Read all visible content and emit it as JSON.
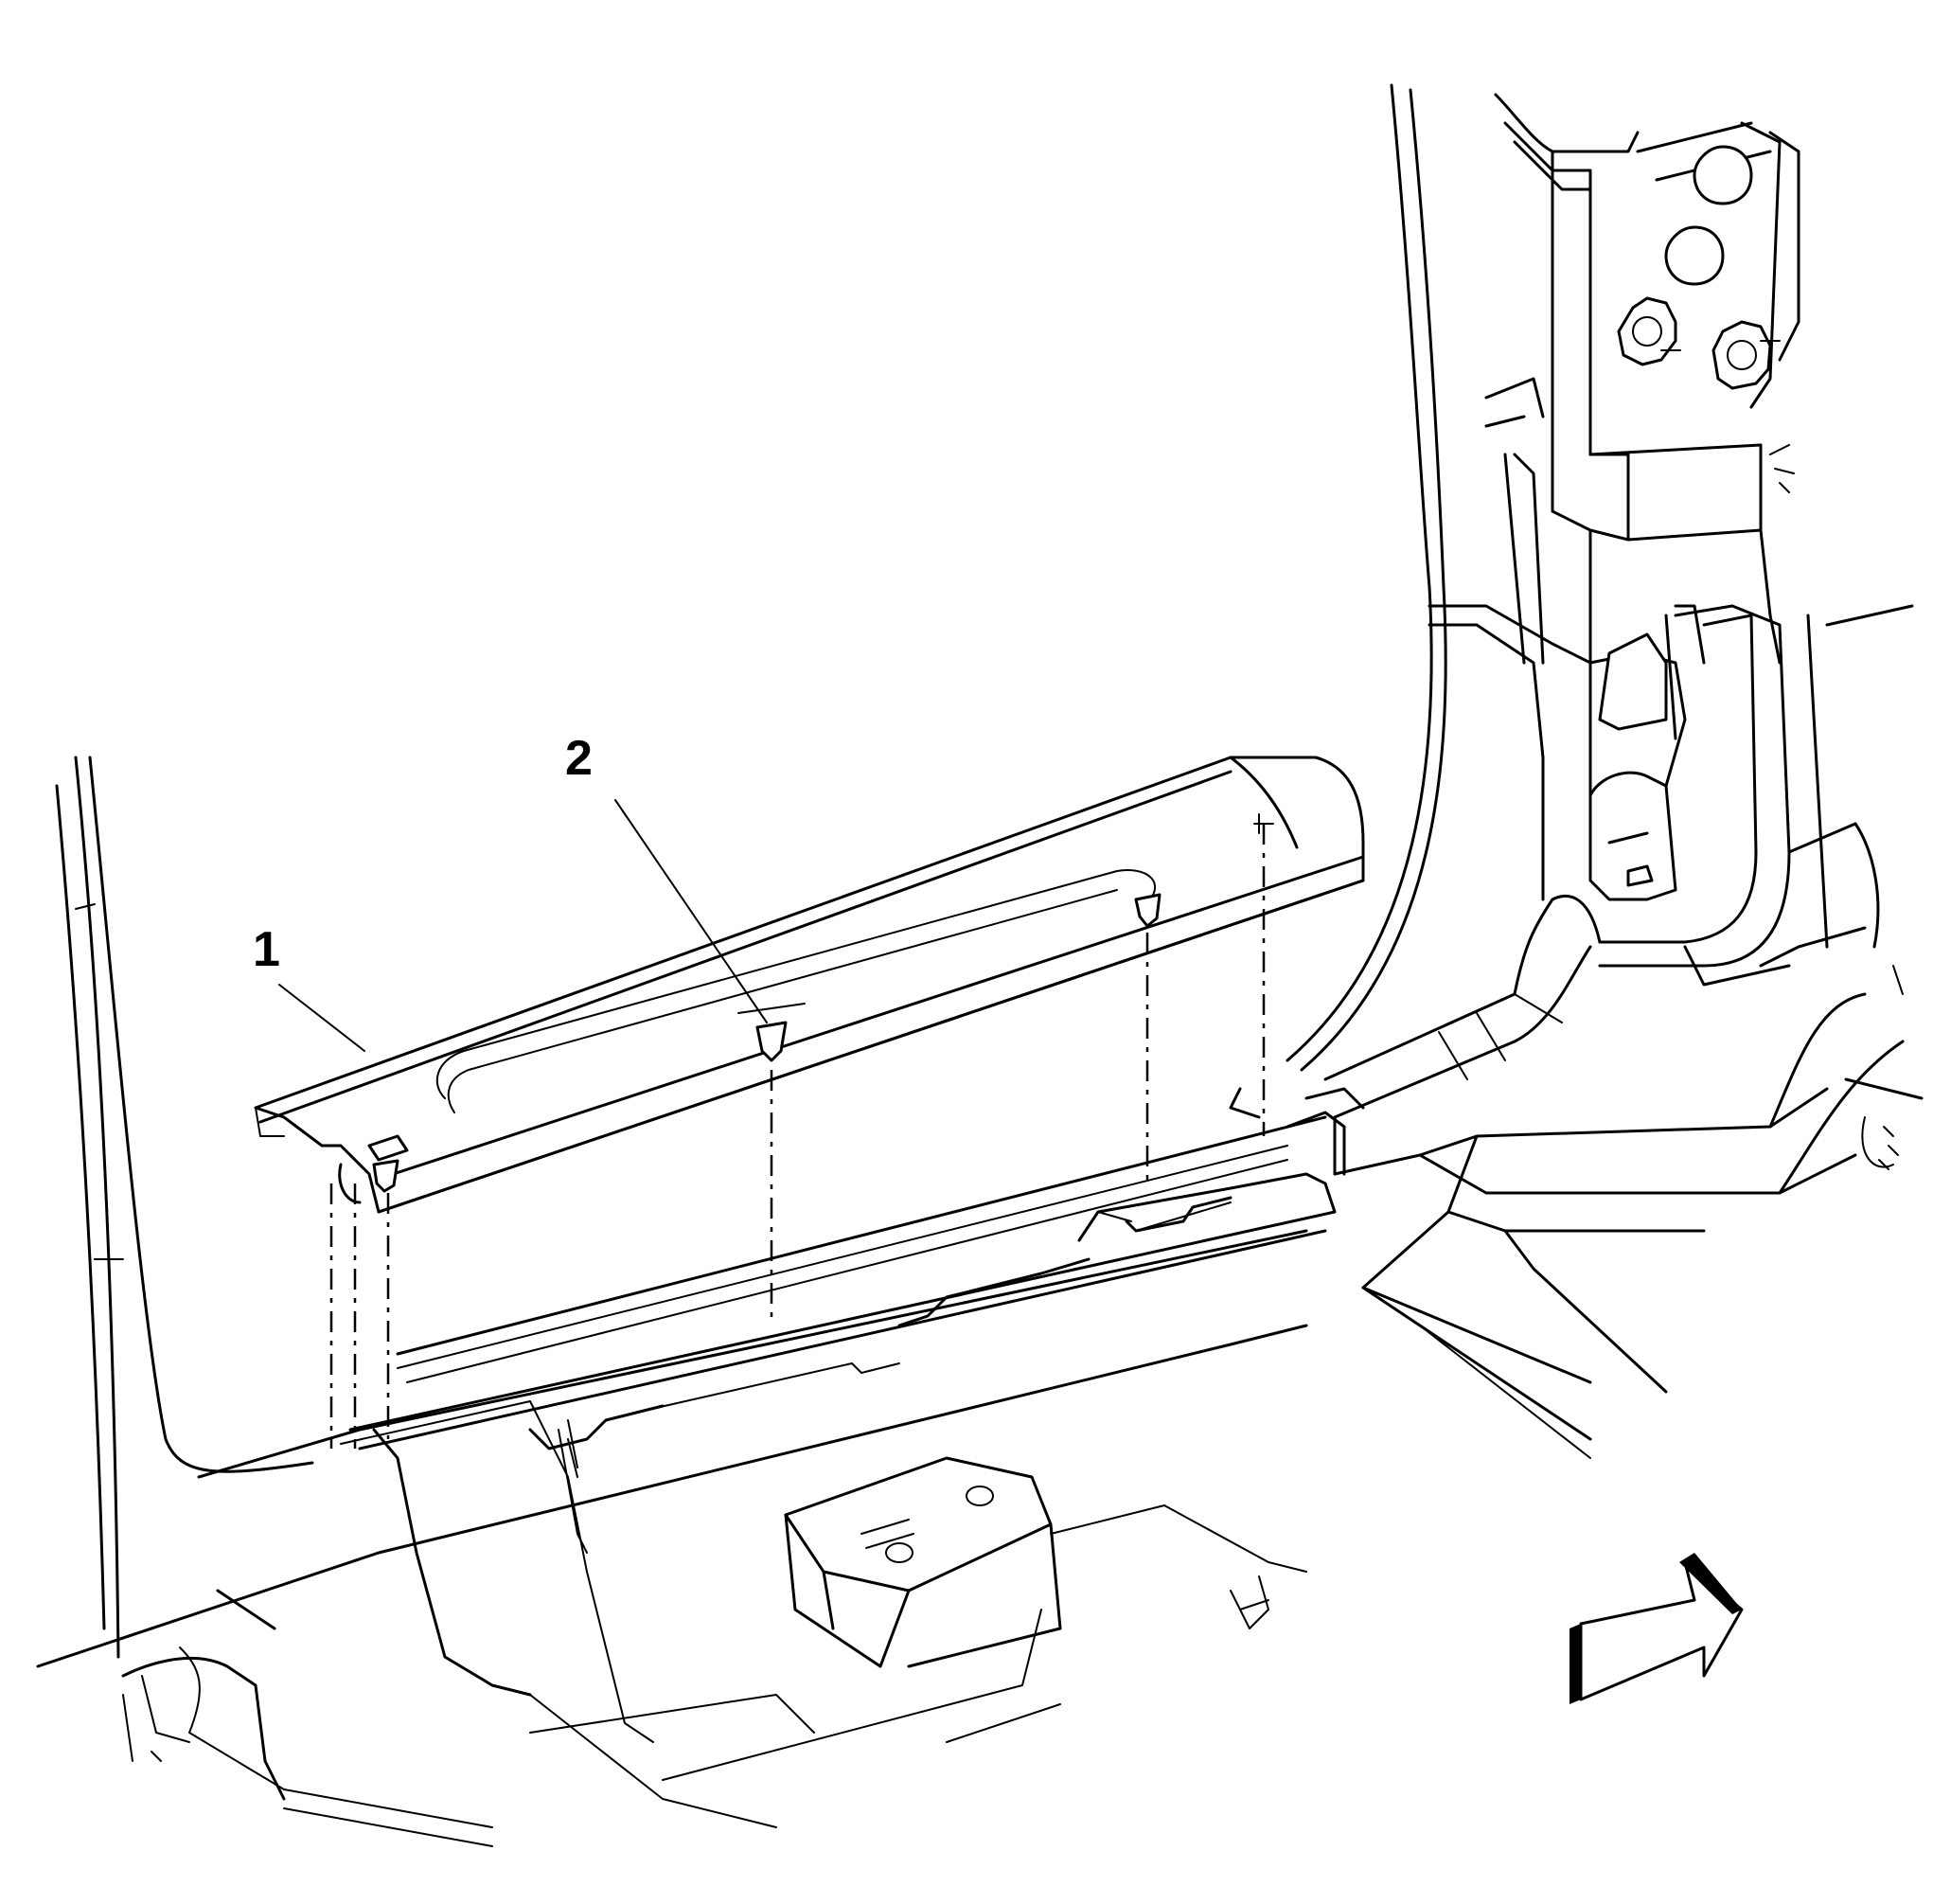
{
  "callouts": [
    {
      "id": "1",
      "label": "1"
    },
    {
      "id": "2",
      "label": "2"
    }
  ],
  "colors": {
    "line": "#000000",
    "background": "#ffffff"
  },
  "icons": {
    "direction_arrow": "forward-arrow-icon"
  }
}
